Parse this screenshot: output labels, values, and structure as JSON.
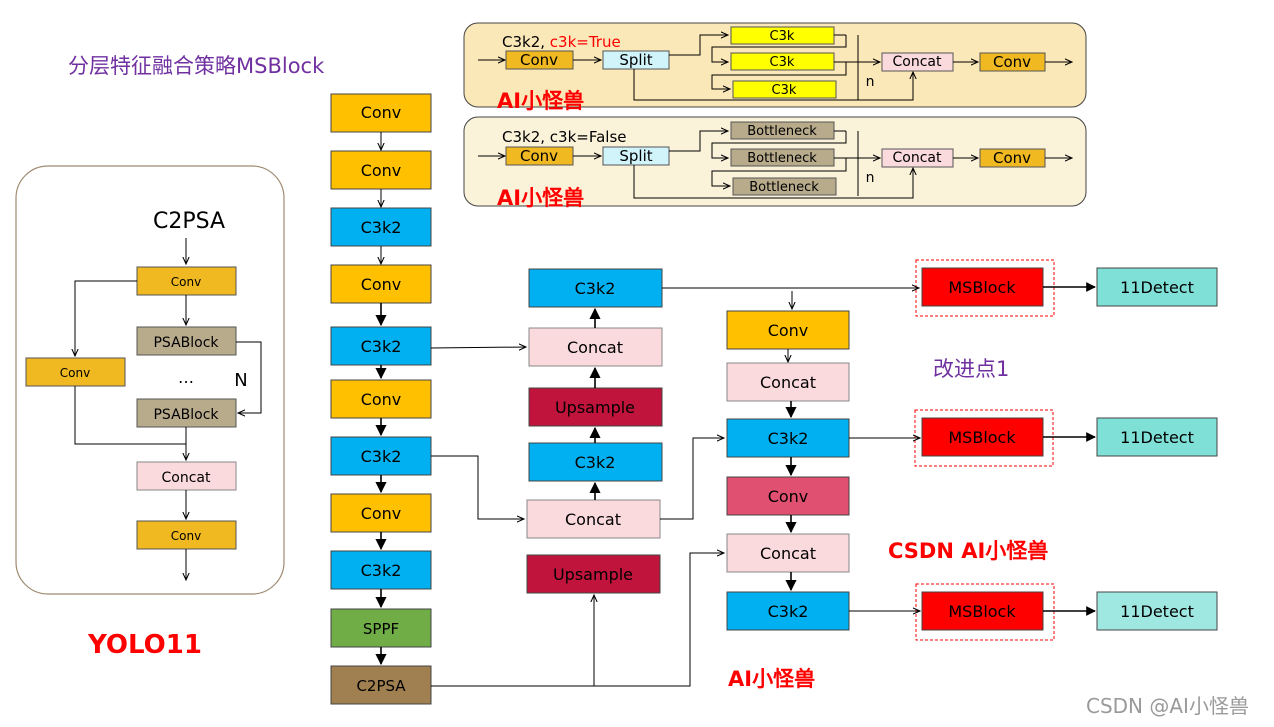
{
  "title": "分层特征融合策略MSBlock",
  "yolo_label": "YOLO11",
  "improvement_label": "改进点1",
  "watermarks": {
    "top1": "AI小怪兽",
    "top2": "AI小怪兽",
    "mid": "CSDN AI小怪兽",
    "bottom": "AI小怪兽",
    "corner": "CSDN @AI小怪兽"
  },
  "colors": {
    "conv": "#ffc000",
    "c3k2": "#00b0f0",
    "concat": "#fadadd",
    "upsample": "#c0143c",
    "sppf": "#70ad47",
    "c2psa": "#a08050",
    "msblock": "#ff0000",
    "detect": "#7fe0d8",
    "conv_pink": "#e05070",
    "psablock": "#b8ab8c",
    "c3k_yellow": "#ffff00",
    "split": "#d0f4fa",
    "panel_bg": "#fbe8b8"
  },
  "c2psa_panel": {
    "heading": "C2PSA",
    "conv_top": "Conv",
    "psablock1": "PSABlock",
    "ellipsis": "…",
    "psablock2": "PSABlock",
    "n_label": "N",
    "conv_side": "Conv",
    "concat": "Concat",
    "conv_bottom": "Conv"
  },
  "c3k2_true_panel": {
    "label_prefix": "C3k2, ",
    "label_flag": "c3k=True",
    "conv": "Conv",
    "split": "Split",
    "blocks": [
      "C3k",
      "C3k",
      "C3k"
    ],
    "concat": "Concat",
    "conv_out": "Conv",
    "n_label": "n"
  },
  "c3k2_false_panel": {
    "label": "C3k2, c3k=False",
    "conv": "Conv",
    "split": "Split",
    "blocks": [
      "Bottleneck",
      "Bottleneck",
      "Bottleneck"
    ],
    "concat": "Concat",
    "conv_out": "Conv",
    "n_label": "n"
  },
  "backbone": [
    "Conv",
    "Conv",
    "C3k2",
    "Conv",
    "C3k2",
    "Conv",
    "C3k2",
    "Conv",
    "C3k2",
    "SPPF",
    "C2PSA"
  ],
  "neck_left": [
    "C3k2",
    "Concat",
    "Upsample",
    "C3k2",
    "Concat",
    "Upsample"
  ],
  "neck_right": [
    "Conv",
    "Concat",
    "C3k2",
    "Conv",
    "Concat",
    "C3k2"
  ],
  "msblocks": [
    "MSBlock",
    "MSBlock",
    "MSBlock"
  ],
  "detects": [
    "11Detect",
    "11Detect",
    "11Detect"
  ]
}
